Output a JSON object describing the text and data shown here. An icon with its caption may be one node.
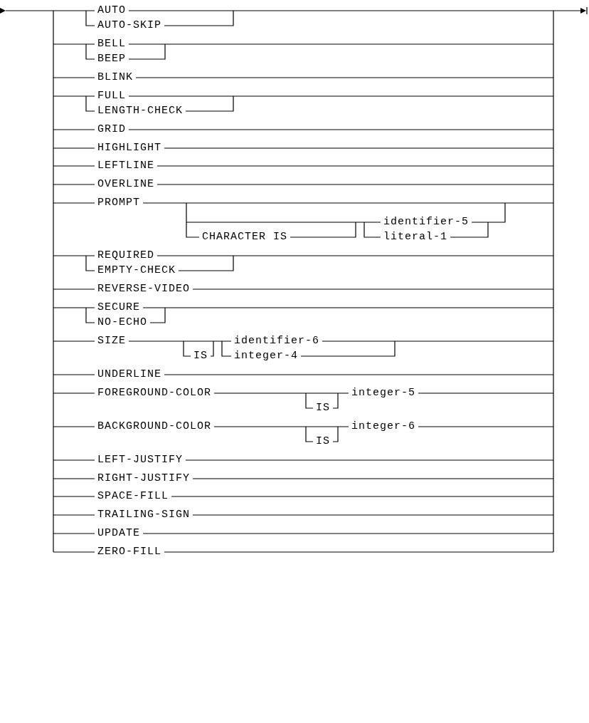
{
  "diagram": {
    "labels": [
      "AUTO",
      "AUTO-SKIP",
      "BELL",
      "BEEP",
      "BLINK",
      "FULL",
      "LENGTH-CHECK",
      "GRID",
      "HIGHLIGHT",
      "LEFTLINE",
      "OVERLINE",
      "PROMPT",
      "identifier-5",
      "CHARACTER IS",
      "literal-1",
      "REQUIRED",
      "EMPTY-CHECK",
      "REVERSE-VIDEO",
      "SECURE",
      "NO-ECHO",
      "SIZE",
      "identifier-6",
      "IS",
      "integer-4",
      "UNDERLINE",
      "FOREGROUND-COLOR",
      "integer-5",
      "IS",
      "BACKGROUND-COLOR",
      "integer-6",
      "IS",
      "LEFT-JUSTIFY",
      "RIGHT-JUSTIFY",
      "SPACE-FILL",
      "TRAILING-SIGN",
      "UPDATE",
      "ZERO-FILL"
    ]
  }
}
